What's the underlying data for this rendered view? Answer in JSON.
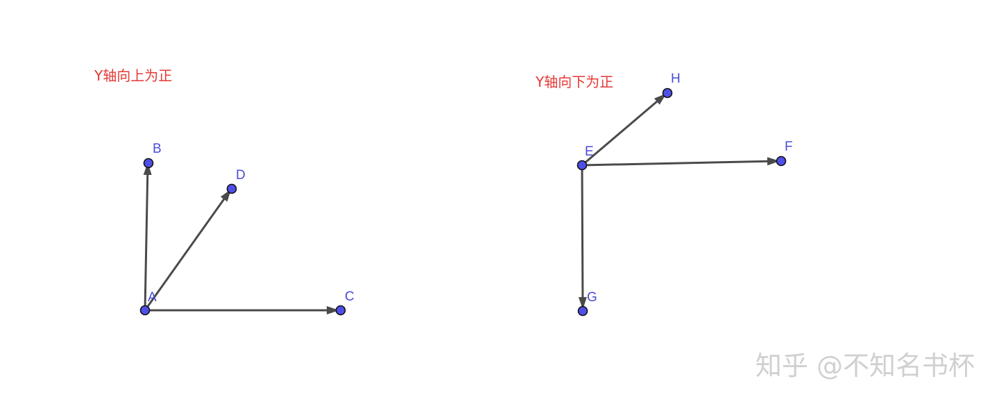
{
  "diagram_left": {
    "note": "Y轴向上为正",
    "points": {
      "A": "A",
      "B": "B",
      "C": "C",
      "D": "D"
    }
  },
  "diagram_right": {
    "note": "Y轴向下为正",
    "points": {
      "E": "E",
      "F": "F",
      "G": "G",
      "H": "H"
    }
  },
  "watermark": "知乎 @不知名书杯",
  "colors": {
    "note": "#e53935",
    "point_fill": "#4f4fe8",
    "point_label": "#4b4bd6",
    "vector": "#4a4a4a"
  }
}
